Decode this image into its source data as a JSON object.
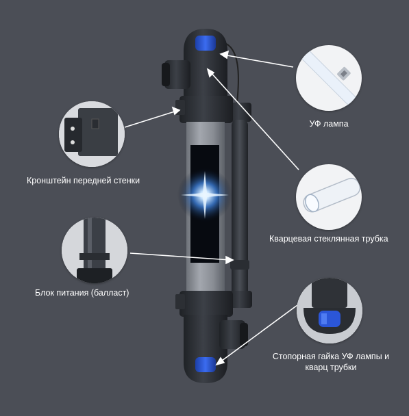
{
  "labels": {
    "uv_lamp": "УФ лампа",
    "bracket": "Кронштейн передней стенки",
    "quartz_tube": "Кварцевая стеклянная трубка",
    "ballast": "Блок питания (балласт)",
    "nut_line1": "Стопорная гайка УФ лампы и",
    "nut_line2": "кварц трубки"
  },
  "colors": {
    "background": "#4b4e56",
    "body_dark": "#2e3136",
    "tube_light": "#8c9097",
    "cap_blue": "#2b56d8",
    "lamp_glow": "#8fc6ff",
    "text": "#ffffff"
  },
  "icons": {
    "uv_lamp_callout": "uv-lamp-tube",
    "bracket_callout": "mounting-bracket",
    "quartz_callout": "quartz-glass-tube",
    "ballast_callout": "ballast-unit",
    "nut_callout": "lock-nut"
  }
}
